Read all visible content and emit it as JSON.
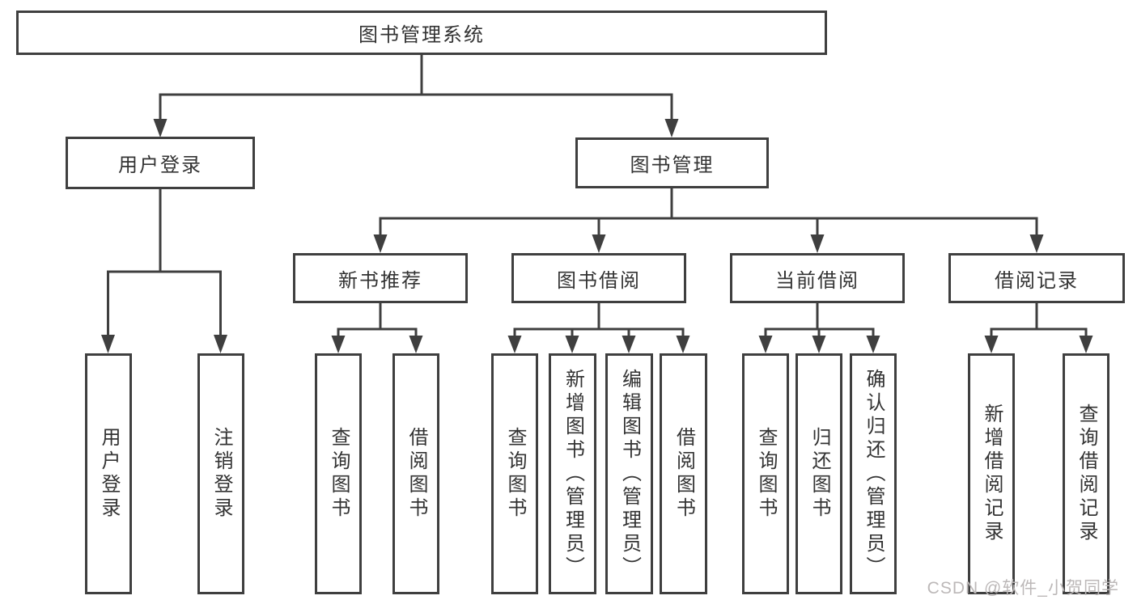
{
  "diagram_type": "hierarchy-tree",
  "tree": {
    "label": "图书管理系统",
    "children": [
      {
        "label": "用户登录",
        "children": [
          {
            "label": "用户登录"
          },
          {
            "label": "注销登录"
          }
        ]
      },
      {
        "label": "图书管理",
        "children": [
          {
            "label": "新书推荐",
            "children": [
              {
                "label": "查询图书"
              },
              {
                "label": "借阅图书"
              }
            ]
          },
          {
            "label": "图书借阅",
            "children": [
              {
                "label": "查询图书"
              },
              {
                "label": "新增图书（管理员）"
              },
              {
                "label": "编辑图书（管理员）"
              },
              {
                "label": "借阅图书"
              }
            ]
          },
          {
            "label": "当前借阅",
            "children": [
              {
                "label": "查询图书"
              },
              {
                "label": "归还图书"
              },
              {
                "label": "确认归还（管理员）"
              }
            ]
          },
          {
            "label": "借阅记录",
            "children": [
              {
                "label": "新增借阅记录"
              },
              {
                "label": "查询借阅记录"
              }
            ]
          }
        ]
      }
    ]
  },
  "watermark": "CSDN @软件_小贺同学",
  "colors": {
    "line": "#3f3f3f",
    "text": "#333333",
    "background": "#ffffff",
    "watermark": "#bcb8b8"
  }
}
